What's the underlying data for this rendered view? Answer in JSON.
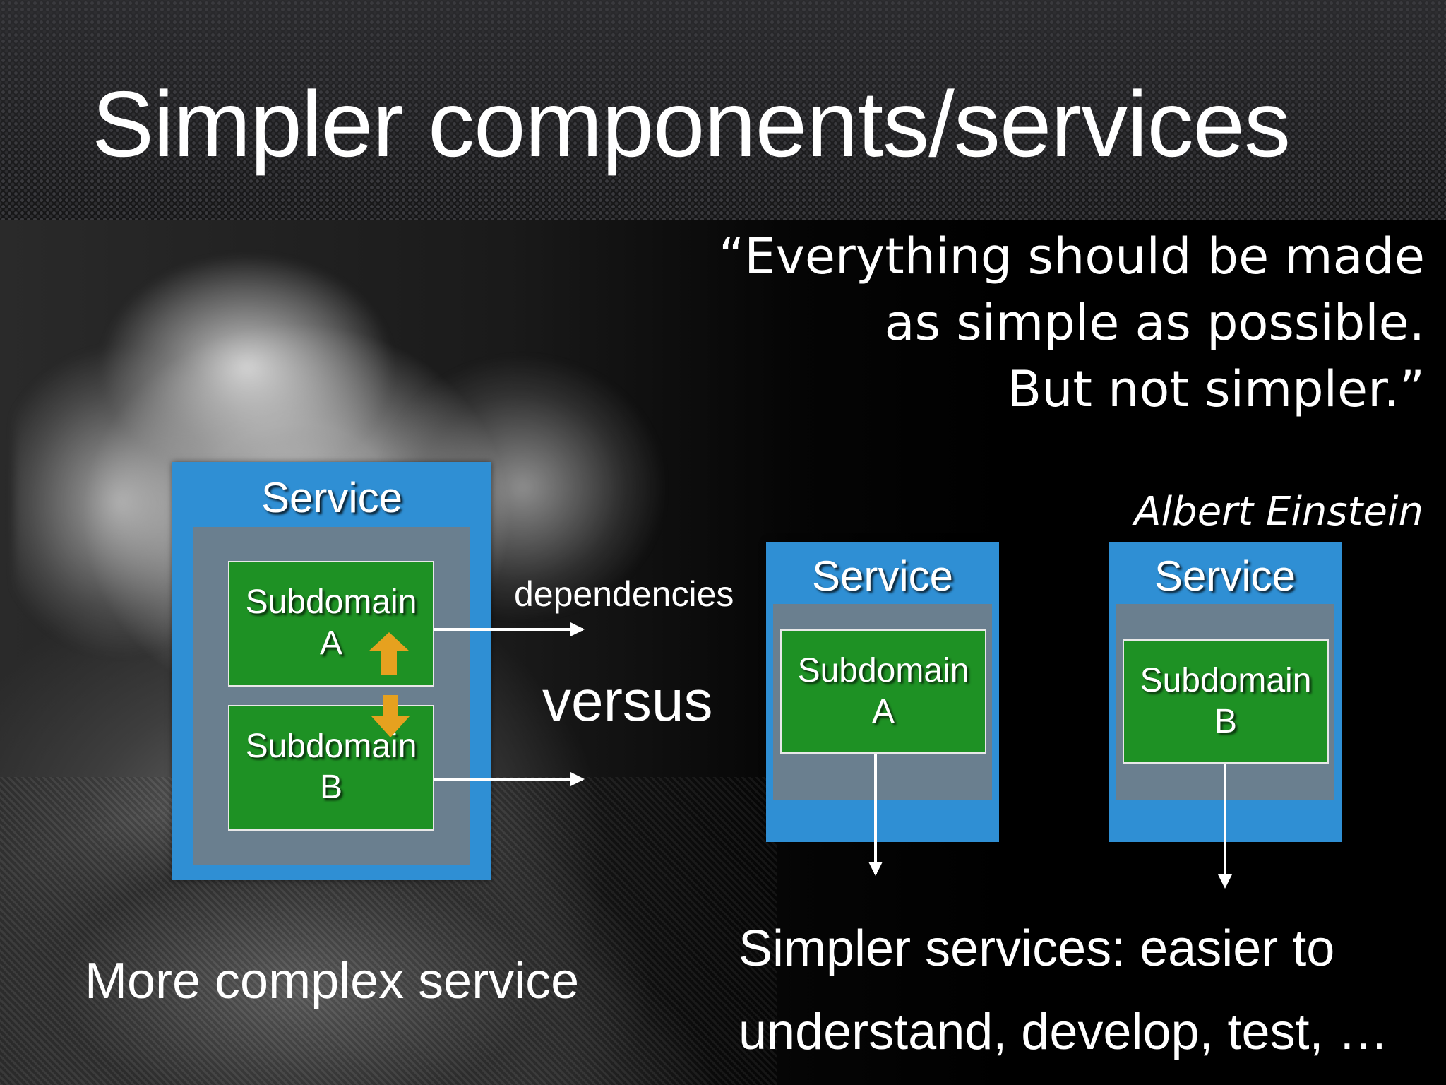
{
  "title": "Simpler components/services",
  "quote": {
    "line1": "“Everything should be made",
    "line2": "as simple as possible.",
    "line3": "But not simpler.”",
    "author": "Albert Einstein"
  },
  "complex_service": {
    "service_label": "Service",
    "subdomain_a": {
      "label": "Subdomain",
      "letter": "A"
    },
    "subdomain_b": {
      "label": "Subdomain",
      "letter": "B"
    },
    "caption": "More complex service"
  },
  "middle": {
    "dependencies_label": "dependencies",
    "versus_label": "versus"
  },
  "simple_service_a": {
    "service_label": "Service",
    "subdomain": {
      "label": "Subdomain",
      "letter": "A"
    }
  },
  "simple_service_b": {
    "service_label": "Service",
    "subdomain": {
      "label": "Subdomain",
      "letter": "B"
    }
  },
  "simple_caption": {
    "line1": "Simpler services: easier to",
    "line2": "understand, develop, test, …"
  },
  "colors": {
    "service_blue": "#2f8fd4",
    "inner_gray": "#6a7f8f",
    "subdomain_green": "#1e9124",
    "arrow_orange": "#e6a11f"
  },
  "icons": {
    "up_arrow": "arrow-up-icon",
    "down_arrow": "arrow-down-icon"
  }
}
